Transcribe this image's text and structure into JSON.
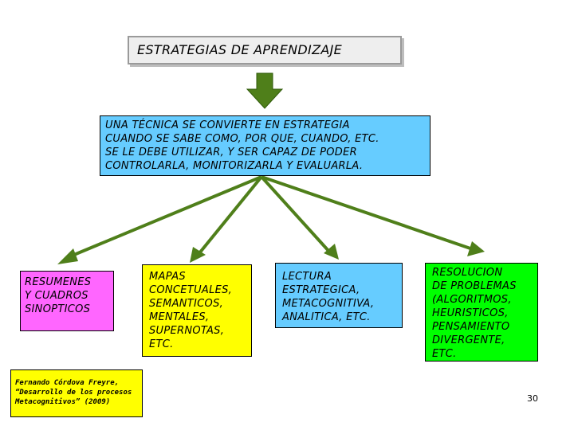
{
  "title": "ESTRATEGIAS DE APRENDIZAJE",
  "main_text": "UNA TÉCNICA SE CONVIERTE EN ESTRATEGIA\nCUANDO SE SABE COMO, POR QUE,  CUANDO, ETC.\nSE LE DEBE UTILIZAR, Y SER CAPAZ DE PODER\nCONTROLARLA, MONITORIZARLA Y EVALUARLA.",
  "branches": {
    "resumenes": "RESUMENES\nY CUADROS\nSINOPTICOS",
    "mapas": "MAPAS\nCONCETUALES,\nSEMANTICOS,\nMENTALES,\nSUPERNOTAS,\nETC.",
    "lectura": "LECTURA\nESTRATEGICA,\nMETACOGNITIVA,\nANALITICA, ETC.",
    "resolucion": "RESOLUCION\nDE PROBLEMAS\n(ALGORITMOS,\nHEURISTICOS,\nPENSAMIENTO\nDIVERGENTE,\nETC."
  },
  "credit": "Fernando Córdova Freyre,\n“Desarrollo de los procesos\nMetacognitivos” (2009)",
  "page_number": "30",
  "colors": {
    "arrow": "#4f7f1a",
    "main_box": "#66ccff",
    "pink": "#ff66ff",
    "yellow": "#ffff00",
    "green": "#00ff00"
  }
}
